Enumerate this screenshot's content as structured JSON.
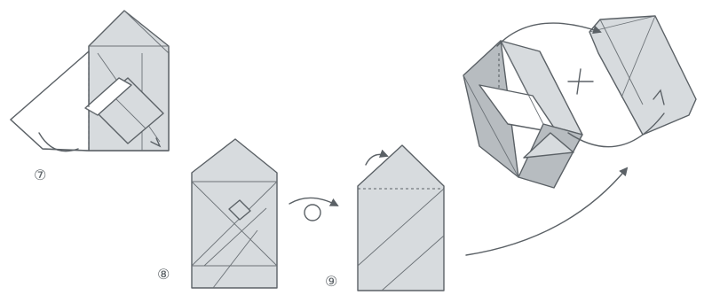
{
  "steps": [
    {
      "label": "⑦"
    },
    {
      "label": "⑧"
    },
    {
      "label": "⑨"
    }
  ],
  "plus_symbol": "+",
  "colors": {
    "paper": "#d7dbde",
    "paper_dark": "#b7bcc0",
    "line": "#5b6166",
    "background": "#ffffff"
  }
}
